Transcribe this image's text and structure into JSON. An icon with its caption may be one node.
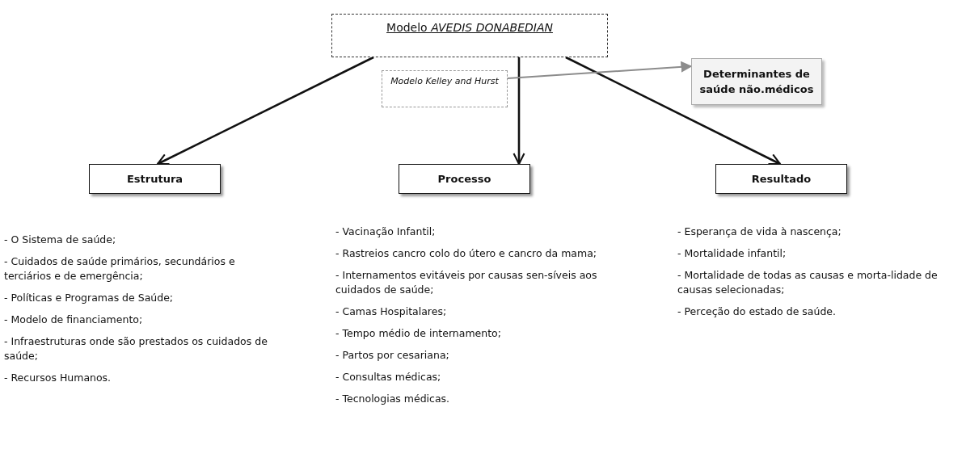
{
  "diagram": {
    "nodes": [
      {
        "text": [
          "Modelo *AVEDIS DONABEDIAN*"
        ]
      },
      {
        "text": [
          "Modelo Kelley and Hurst"
        ]
      },
      {
        "text": [
          "Determinantes de saúde não.médicos"
        ]
      },
      {
        "text": [
          "Estrutura"
        ],
        "beside": [
          "- O Sistema de saúde;",
          "- Cuidados de saúde primários, secundários e terciários e de emergência;",
          "- Políticas  e Programas de Saúde;",
          "- Modelo de financiamento;",
          "- Infraestruturas onde são prestados os cuidados de saúde;",
          "- Recursos Humanos."
        ]
      },
      {
        "text": [
          "Processo"
        ],
        "beside": [
          "- Vacinação Infantil;",
          "- Rastreios  cancro colo  do útero e cancro da mama;",
          "-  Internamentos evitáveis por causas sen-síveis aos cuidados de saúde;",
          "- Camas Hospitalares;",
          "- Tempo médio de internamento;",
          "- Partos por cesariana;",
          "- Consultas médicas;",
          "- Tecnologias médicas."
        ]
      },
      {
        "text": [
          "Resultado"
        ],
        "beside": [
          "- Esperança de vida à nascença;",
          "- Mortalidade infantil;",
          "- Mortalidade de todas as causas e morta-lidade de causas selecionadas;",
          "- Perceção do estado de saúde."
        ]
      }
    ],
    "edges": [
      {
        "from": 0,
        "to": 3,
        "arrow": "to"
      },
      {
        "from": 0,
        "to": 4,
        "arrow": "to"
      },
      {
        "from": 0,
        "to": 5,
        "arrow": "to"
      },
      {
        "from": 1,
        "to": 2,
        "arrow": "to",
        "color": "#8c8c8c"
      }
    ]
  }
}
